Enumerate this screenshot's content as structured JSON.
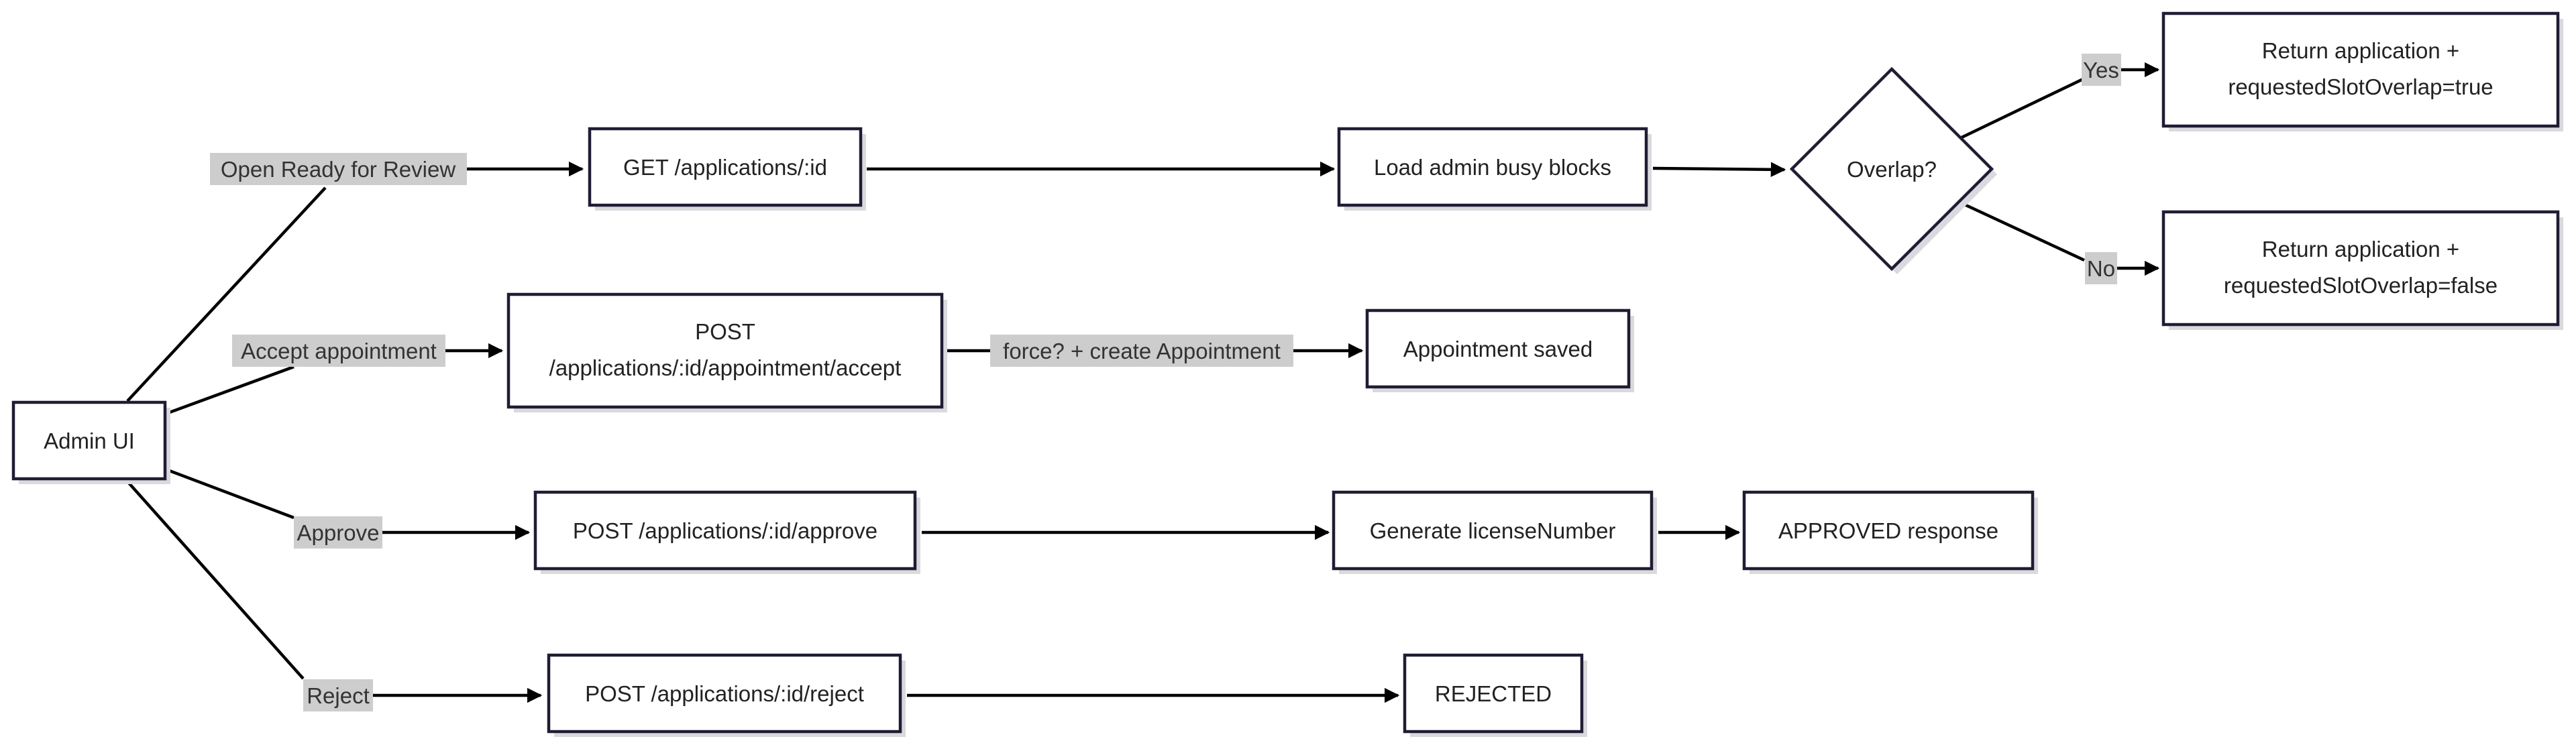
{
  "nodes": {
    "admin_ui": "Admin UI",
    "get_application": "GET /applications/:id",
    "load_busy_blocks": "Load admin busy blocks",
    "overlap_decision": "Overlap?",
    "return_overlap_true": [
      "Return application +",
      "requestedSlotOverlap=true"
    ],
    "return_overlap_false": [
      "Return application +",
      "requestedSlotOverlap=false"
    ],
    "post_accept": [
      "POST",
      "/applications/:id/appointment/accept"
    ],
    "appointment_saved": "Appointment saved",
    "post_approve": "POST /applications/:id/approve",
    "generate_license": "Generate licenseNumber",
    "approved_response": "APPROVED response",
    "post_reject": "POST /applications/:id/reject",
    "rejected": "REJECTED"
  },
  "edge_labels": {
    "open_review": "Open Ready for Review",
    "accept_appointment": "Accept appointment",
    "approve": "Approve",
    "reject": "Reject",
    "yes": "Yes",
    "no": "No",
    "force_create": "force? + create Appointment"
  }
}
